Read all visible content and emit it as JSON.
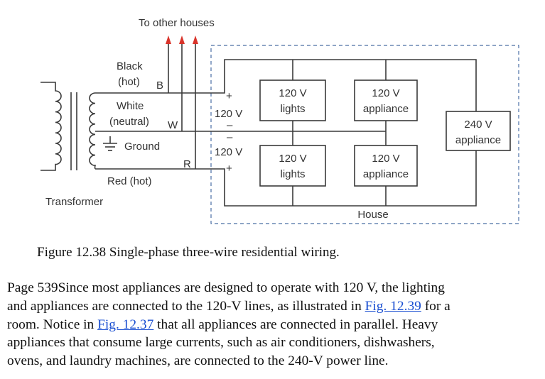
{
  "diagram": {
    "labels": {
      "to_other_houses": "To other houses",
      "black": "Black",
      "hot": "(hot)",
      "b": "B",
      "white": "White",
      "neutral": "(neutral)",
      "w": "W",
      "ground": "Ground",
      "r": "R",
      "red_hot": "Red (hot)",
      "transformer": "Transformer",
      "plus_top": "+",
      "volt_top": "120 V",
      "minus_top": "–",
      "minus_bottom": "–",
      "volt_bottom": "120 V",
      "plus_bottom": "+",
      "house": "House"
    },
    "boxes": {
      "lights_top": [
        "120 V",
        "lights"
      ],
      "appliance_top": [
        "120 V",
        "appliance"
      ],
      "lights_bottom": [
        "120 V",
        "lights"
      ],
      "appliance_bottom": [
        "120 V",
        "appliance"
      ],
      "appliance_240": [
        "240 V",
        "appliance"
      ]
    },
    "colors": {
      "arrow": "#d9342b",
      "line": "#3a3a3a",
      "dashed": "#4a6fa5"
    }
  },
  "caption": "Figure 12.38 Single-phase three-wire residential wiring.",
  "paragraph": {
    "line1": "Page 539Since most appliances are designed to operate with 120 V, the lighting",
    "line2_a": "and appliances are connected to the 120-V lines, as illustrated in ",
    "link1": "Fig. 12.39",
    "line2_b": " for a",
    "line3_a": "room. Notice in ",
    "link2": "Fig. 12.37",
    "line3_b": " that all appliances are connected in parallel. Heavy",
    "line4": "appliances that consume large currents, such as air conditioners, dishwashers,",
    "line5": "ovens, and laundry machines, are connected to the 240-V power line."
  }
}
